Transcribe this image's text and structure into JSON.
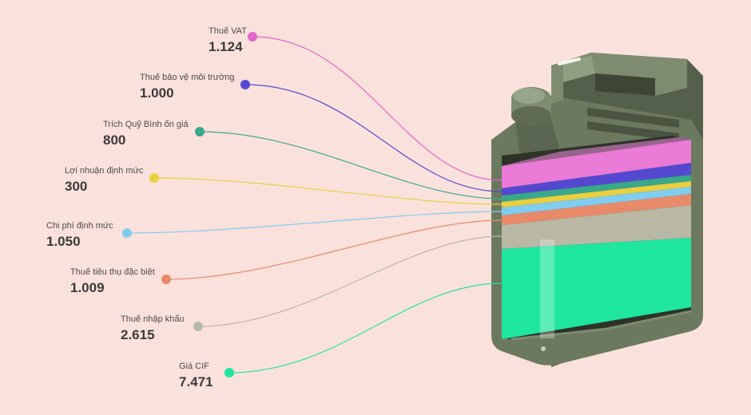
{
  "items": [
    {
      "label": "Thuế VAT",
      "value": "1.124",
      "color": "#e066c8"
    },
    {
      "label": "Thuế bảo vệ môi trường",
      "value": "1.000",
      "color": "#5548d0"
    },
    {
      "label": "Trích Quỹ Bình ổn giá",
      "value": "800",
      "color": "#3aa88a"
    },
    {
      "label": "Lợi nhuận định mức",
      "value": "300",
      "color": "#e8d040"
    },
    {
      "label": "Chi phí định mức",
      "value": "1.050",
      "color": "#80ccee"
    },
    {
      "label": "Thuế tiêu thụ đặc biệt",
      "value": "1.009",
      "color": "#e88a6a"
    },
    {
      "label": "Thuế nhập khẩu",
      "value": "2.615",
      "color": "#b8b8a4"
    },
    {
      "label": "Giá CIF",
      "value": "7.471",
      "color": "#1ee69e"
    }
  ],
  "colors": {
    "background": "#fbe1dc",
    "can_body": "#6b7a5e",
    "can_dark": "#4f5a44",
    "can_light": "#8a9a7c"
  }
}
